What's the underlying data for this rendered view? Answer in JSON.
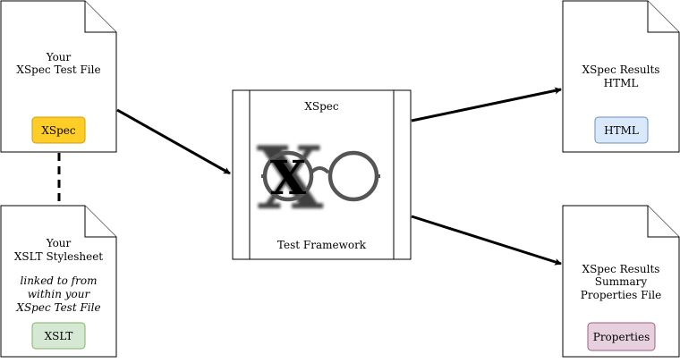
{
  "nodes": {
    "xspec_test_file": {
      "title_line1": "Your",
      "title_line2": "XSpec Test File",
      "badge": "XSpec",
      "badge_fill": "#ffcd28",
      "badge_stroke": "#d79b00"
    },
    "xslt_stylesheet": {
      "title_line1": "Your",
      "title_line2": "XSLT Stylesheet",
      "note_line1": "linked to from",
      "note_line2": "within your",
      "note_line3": "XSpec Test File",
      "badge": "XSLT",
      "badge_fill": "#d5e8d4",
      "badge_stroke": "#82b366"
    },
    "framework": {
      "title": "XSpec",
      "caption": "Test Framework",
      "logo_letter": "X"
    },
    "results_html": {
      "title_line1": "XSpec Results",
      "title_line2": "HTML",
      "badge": "HTML",
      "badge_fill": "#dae8fc",
      "badge_stroke": "#6c8ebf"
    },
    "results_summary": {
      "title_line1": "XSpec Results",
      "title_line2": "Summary",
      "title_line3": "Properties File",
      "badge": "Properties",
      "badge_fill": "#e6d0de",
      "badge_stroke": "#996185"
    }
  },
  "edges": [
    {
      "from": "xspec_test_file",
      "to": "framework",
      "style": "solid-arrow"
    },
    {
      "from": "framework",
      "to": "results_html",
      "style": "solid-arrow"
    },
    {
      "from": "framework",
      "to": "results_summary",
      "style": "solid-arrow"
    },
    {
      "from": "xspec_test_file",
      "to": "xslt_stylesheet",
      "style": "dashed"
    }
  ]
}
